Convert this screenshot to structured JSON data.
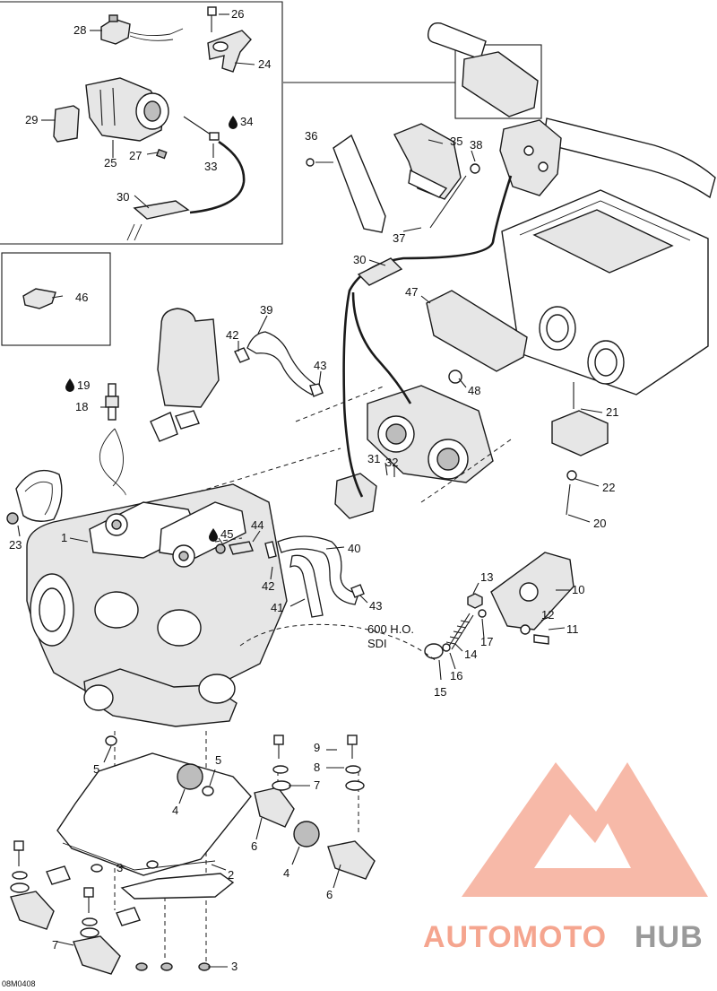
{
  "diagram": {
    "type": "exploded-parts-diagram",
    "drawing_code": "08M0408",
    "engine_note_line1": "600 H.O.",
    "engine_note_line2": "SDI",
    "lubricate_symbol": "drop-icon",
    "callouts": [
      {
        "id": "c1",
        "label": "1"
      },
      {
        "id": "c2",
        "label": "2"
      },
      {
        "id": "c3a",
        "label": "3"
      },
      {
        "id": "c3b",
        "label": "3"
      },
      {
        "id": "c4a",
        "label": "4"
      },
      {
        "id": "c4b",
        "label": "4"
      },
      {
        "id": "c5a",
        "label": "5"
      },
      {
        "id": "c5b",
        "label": "5"
      },
      {
        "id": "c6a",
        "label": "6"
      },
      {
        "id": "c6b",
        "label": "6"
      },
      {
        "id": "c7a",
        "label": "7"
      },
      {
        "id": "c7b",
        "label": "7"
      },
      {
        "id": "c8",
        "label": "8"
      },
      {
        "id": "c9",
        "label": "9"
      },
      {
        "id": "c10",
        "label": "10"
      },
      {
        "id": "c11",
        "label": "11"
      },
      {
        "id": "c12",
        "label": "12"
      },
      {
        "id": "c13",
        "label": "13"
      },
      {
        "id": "c14",
        "label": "14"
      },
      {
        "id": "c15",
        "label": "15"
      },
      {
        "id": "c16",
        "label": "16"
      },
      {
        "id": "c17",
        "label": "17"
      },
      {
        "id": "c18",
        "label": "18"
      },
      {
        "id": "c19",
        "label": "19",
        "lubricate": true
      },
      {
        "id": "c20",
        "label": "20"
      },
      {
        "id": "c21",
        "label": "21"
      },
      {
        "id": "c22",
        "label": "22"
      },
      {
        "id": "c23",
        "label": "23"
      },
      {
        "id": "c24",
        "label": "24"
      },
      {
        "id": "c25",
        "label": "25"
      },
      {
        "id": "c26",
        "label": "26"
      },
      {
        "id": "c27",
        "label": "27"
      },
      {
        "id": "c28",
        "label": "28"
      },
      {
        "id": "c29",
        "label": "29"
      },
      {
        "id": "c30a",
        "label": "30"
      },
      {
        "id": "c30b",
        "label": "30"
      },
      {
        "id": "c31",
        "label": "31"
      },
      {
        "id": "c32",
        "label": "32"
      },
      {
        "id": "c33",
        "label": "33"
      },
      {
        "id": "c34",
        "label": "34",
        "lubricate": true
      },
      {
        "id": "c35",
        "label": "35"
      },
      {
        "id": "c36",
        "label": "36"
      },
      {
        "id": "c37",
        "label": "37"
      },
      {
        "id": "c38",
        "label": "38"
      },
      {
        "id": "c39",
        "label": "39"
      },
      {
        "id": "c40",
        "label": "40"
      },
      {
        "id": "c41",
        "label": "41"
      },
      {
        "id": "c42a",
        "label": "42"
      },
      {
        "id": "c42b",
        "label": "42"
      },
      {
        "id": "c43a",
        "label": "43"
      },
      {
        "id": "c43b",
        "label": "43"
      },
      {
        "id": "c44",
        "label": "44"
      },
      {
        "id": "c45",
        "label": "45",
        "lubricate": true
      },
      {
        "id": "c46",
        "label": "46"
      },
      {
        "id": "c47",
        "label": "47"
      },
      {
        "id": "c48",
        "label": "48"
      }
    ]
  },
  "watermark": {
    "part1": "AUTOMOTO",
    "part2": "HUB",
    "color_primary": "#f5a58f",
    "color_secondary": "#9a9a9a"
  }
}
